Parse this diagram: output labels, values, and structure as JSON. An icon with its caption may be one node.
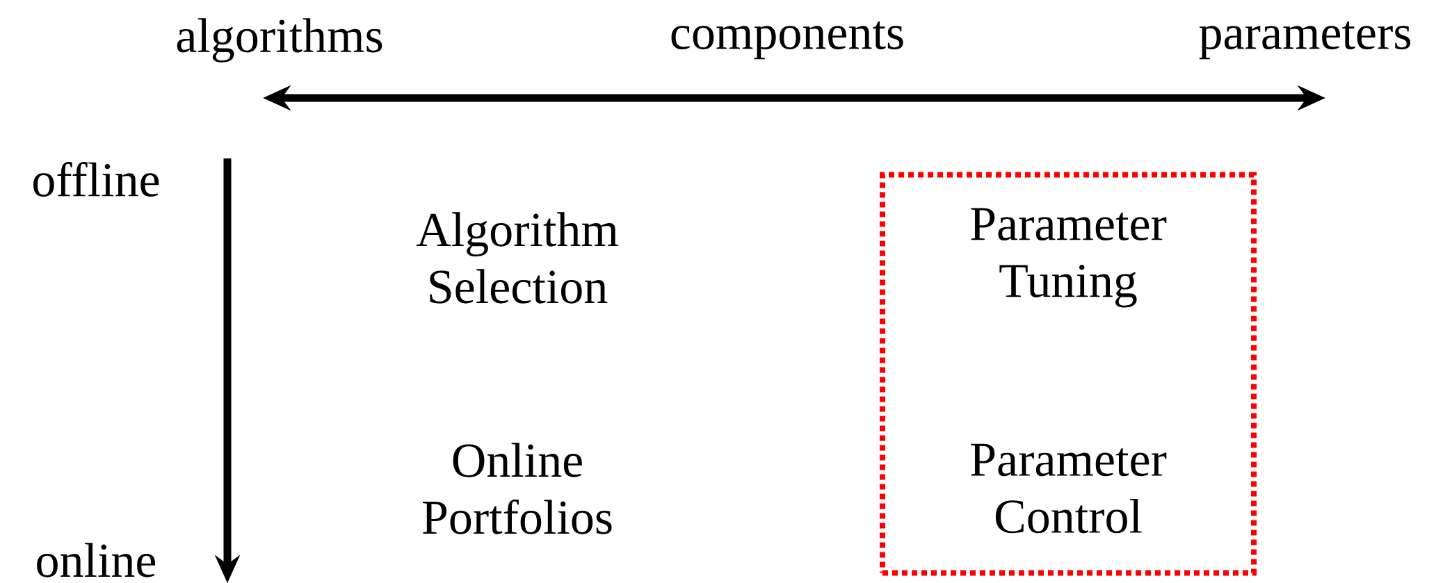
{
  "diagram": {
    "nodes": [
      {
        "text": [
          "Algorithm Selection"
        ]
      },
      {
        "text": [],
        "shape": "box"
      },
      {
        "text": [
          "Parameter Tuning"
        ],
        "in": 1
      },
      {
        "text": [
          "Online Portfolios"
        ]
      },
      {
        "text": [
          "Parameter Control"
        ],
        "in": 1
      }
    ],
    "labels": [
      "algorithms",
      "components",
      "parameters",
      "offline",
      "online"
    ]
  }
}
